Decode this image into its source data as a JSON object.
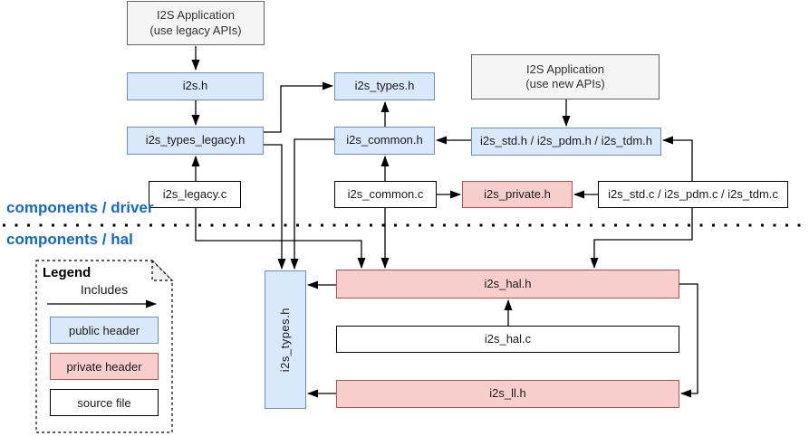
{
  "colors": {
    "public_fill": "#dae8fc",
    "public_border": "#6c8ebf",
    "private_fill": "#f8cecc",
    "private_border": "#b85450",
    "app_fill": "#f5f5f5",
    "app_border": "#666666",
    "source_border": "#000000",
    "layer_label": "#1569c8",
    "arrow": "#000000"
  },
  "layers": {
    "driver_label": "components / driver",
    "hal_label": "components / hal"
  },
  "nodes": {
    "app_legacy": {
      "line1": "I2S Application",
      "line2": "(use legacy APIs)"
    },
    "app_new": {
      "line1": "I2S Application",
      "line2": "(use new APIs)"
    },
    "i2s_h": "i2s.h",
    "i2s_types_legacy_h": "i2s_types_legacy.h",
    "i2s_legacy_c": "i2s_legacy.c",
    "i2s_types_h_driver": "i2s_types.h",
    "i2s_common_h": "i2s_common.h",
    "i2s_common_c": "i2s_common.c",
    "i2s_private_h": "i2s_private.h",
    "i2s_std_pdm_tdm_h": "i2s_std.h / i2s_pdm.h / i2s_tdm.h",
    "i2s_std_pdm_tdm_c": "i2s_std.c / i2s_pdm.c / i2s_tdm.c",
    "i2s_types_h_hal": "i2s_types.h",
    "i2s_hal_h": "i2s_hal.h",
    "i2s_hal_c": "i2s_hal.c",
    "i2s_ll_h": "i2s_ll.h"
  },
  "legend": {
    "title": "Legend",
    "includes_label": "Includes",
    "public_label": "public header",
    "private_label": "private header",
    "source_label": "source file"
  }
}
